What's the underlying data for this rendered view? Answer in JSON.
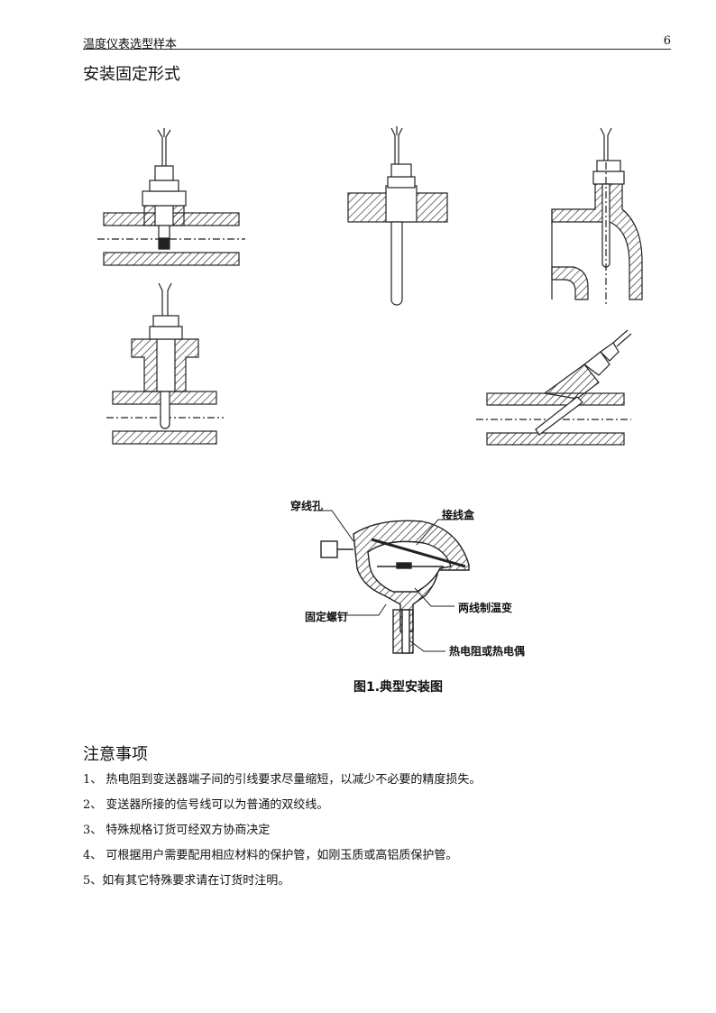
{
  "header": {
    "title": "温度仪表选型样本",
    "page": "6"
  },
  "install_section": {
    "title": "安装固定形式"
  },
  "figure": {
    "labels": {
      "wire_hole": "穿线孔",
      "junction_box": "接线盒",
      "fixing_screw": "固定螺钉",
      "transmitter": "两线制温变",
      "sensor": "热电阻或热电偶"
    },
    "caption": "图1.典型安装图"
  },
  "notes_section": {
    "title": "注意事项",
    "items": [
      "1、 热电阻到变送器端子间的引线要求尽量缩短，以减少不必要的精度损失。",
      "2、 变送器所接的信号线可以为普通的双绞线。",
      "3、 特殊规格订货可经双方协商决定",
      "4、 可根据用户需要配用相应材料的保护管，如刚玉质或高铝质保护管。",
      "5、如有其它特殊要求请在订货时注明。"
    ]
  }
}
